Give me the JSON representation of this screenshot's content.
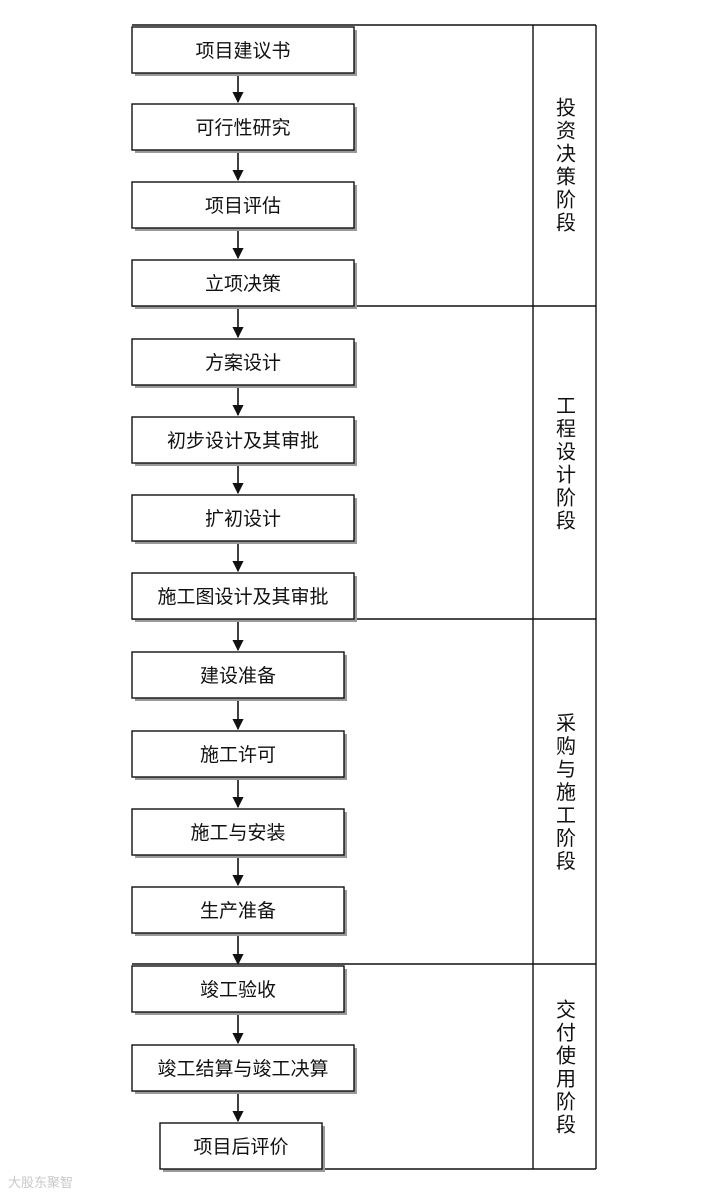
{
  "steps": [
    "项目建议书",
    "可行性研究",
    "项目评估",
    "立项决策",
    "方案设计",
    "初步设计及其审批",
    "扩初设计",
    "施工图设计及其审批",
    "建设准备",
    "施工许可",
    "施工与安装",
    "生产准备",
    "竣工验收",
    "竣工结算与竣工决算",
    "项目后评价"
  ],
  "phases": [
    "投资决策阶段",
    "工程设计阶段",
    "采购与施工阶段",
    "交付使用阶段"
  ],
  "watermark": "大股东聚智"
}
